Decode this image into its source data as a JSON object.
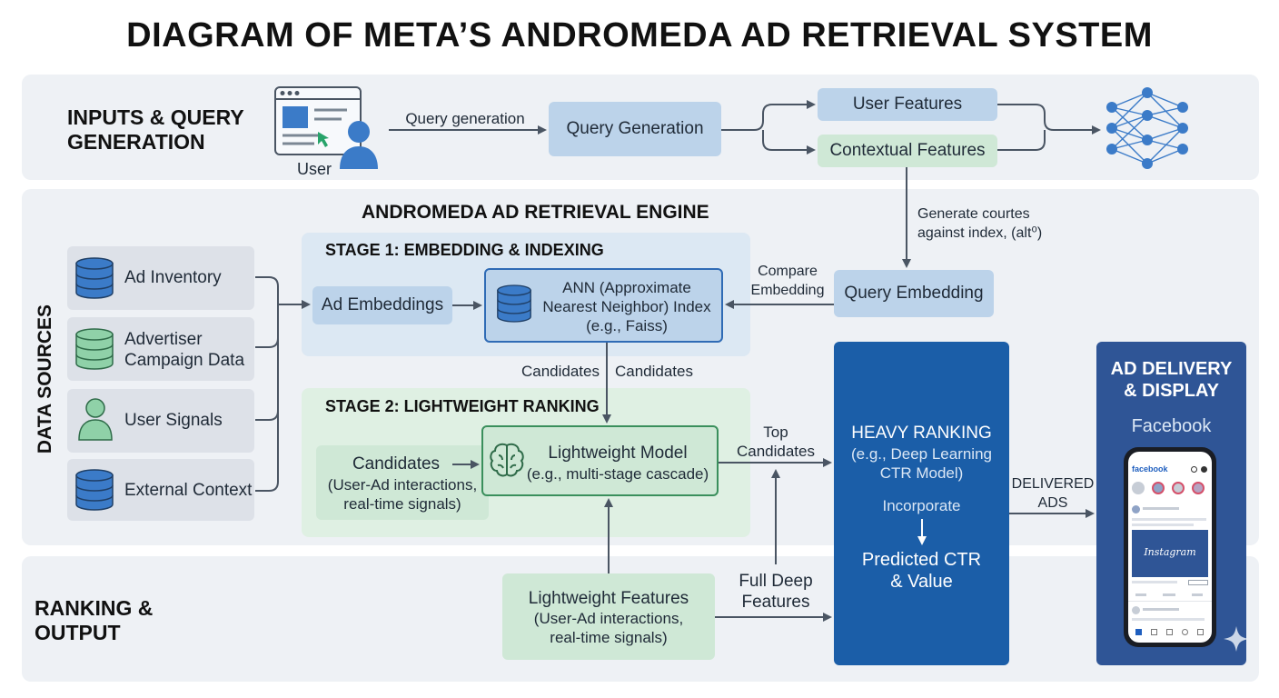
{
  "title": "DIAGRAM OF META’S ANDROMEDA AD RETRIEVAL SYSTEM",
  "sections": {
    "inputs": "INPUTS & QUERY\nGENERATION",
    "engine": "ANDROMEDA AD RETRIEVAL ENGINE",
    "data_sources": "DATA SOURCES",
    "ranking_output": "RANKING &\nOUTPUT",
    "stage1": "STAGE 1: EMBEDDING & INDEXING",
    "stage2": "STAGE 2: LIGHTWEIGHT RANKING"
  },
  "inputs": {
    "user_label": "User",
    "query_generation_edge": "Query generation",
    "query_generation_box": "Query Generation",
    "user_features": "User Features",
    "contextual_features": "Contextual Features"
  },
  "query": {
    "generate_note": "Generate courtes\nagainst index, (alt⁰)",
    "query_embedding": "Query Embedding",
    "compare_edge": "Compare\nEmbedding"
  },
  "data_sources": [
    {
      "label": "Ad Inventory",
      "icon": "database-icon"
    },
    {
      "label": "Advertiser\nCampaign Data",
      "icon": "database-icon"
    },
    {
      "label": "User Signals",
      "icon": "user-icon"
    },
    {
      "label": "External Context",
      "icon": "database-icon"
    }
  ],
  "stage1": {
    "ad_embeddings": "Ad Embeddings",
    "ann_title": "ANN (Approximate\nNearest Neighbor) Index\n(e.g., Faiss)"
  },
  "stage2": {
    "candidates_left": "Candidates",
    "candidates_right": "Candidates",
    "candidates_box_title": "Candidates",
    "candidates_box_sub": "(User-Ad interactions,\nreal-time signals)",
    "model_title": "Lightweight Model",
    "model_sub": "(e.g., multi-stage cascade)"
  },
  "ranking": {
    "top_candidates": "Top\nCandidates",
    "full_deep": "Full Deep\nFeatures",
    "lw_features_title": "Lightweight Features",
    "lw_features_sub": "(User-Ad interactions,\nreal-time signals)",
    "heavy_title": "HEAVY RANKING",
    "heavy_sub": "(e.g., Deep Learning\nCTR Model)",
    "incorporate": "Incorporate",
    "predicted": "Predicted CTR\n& Value",
    "delivered": "DELIVERED\nADS"
  },
  "delivery": {
    "title": "AD DELIVERY\n& DISPLAY",
    "platform": "Facebook",
    "app_name": "facebook",
    "ad_brand": "Instagram"
  },
  "colors": {
    "band": "#eef1f5",
    "stage1": "#dce8f3",
    "stage2": "#dff0e3",
    "blue_box": "#bcd3ea",
    "green_box": "#cfe8d6",
    "heavy": "#1b5ea8",
    "delivery": "#2f5596",
    "arrow": "#4a5563"
  }
}
